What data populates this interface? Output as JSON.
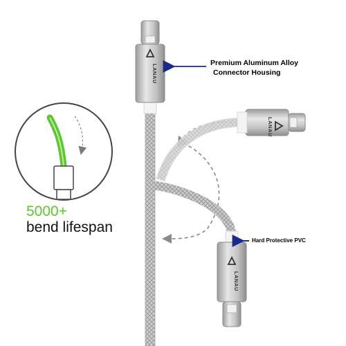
{
  "callouts": {
    "housing_line1": "Premium Aluminum Alloy",
    "housing_line2": "Connector Housing",
    "pvc": "Hard Protective PVC"
  },
  "bend": {
    "count": "5000+",
    "label": "bend lifespan"
  },
  "brand": {
    "name": "LANAU"
  },
  "colors": {
    "accent_green": "#5cc82e",
    "arrow_blue": "#1a2a8a",
    "cable_silver": "#c9c9c9",
    "housing_silver": "#b8b8b8"
  }
}
